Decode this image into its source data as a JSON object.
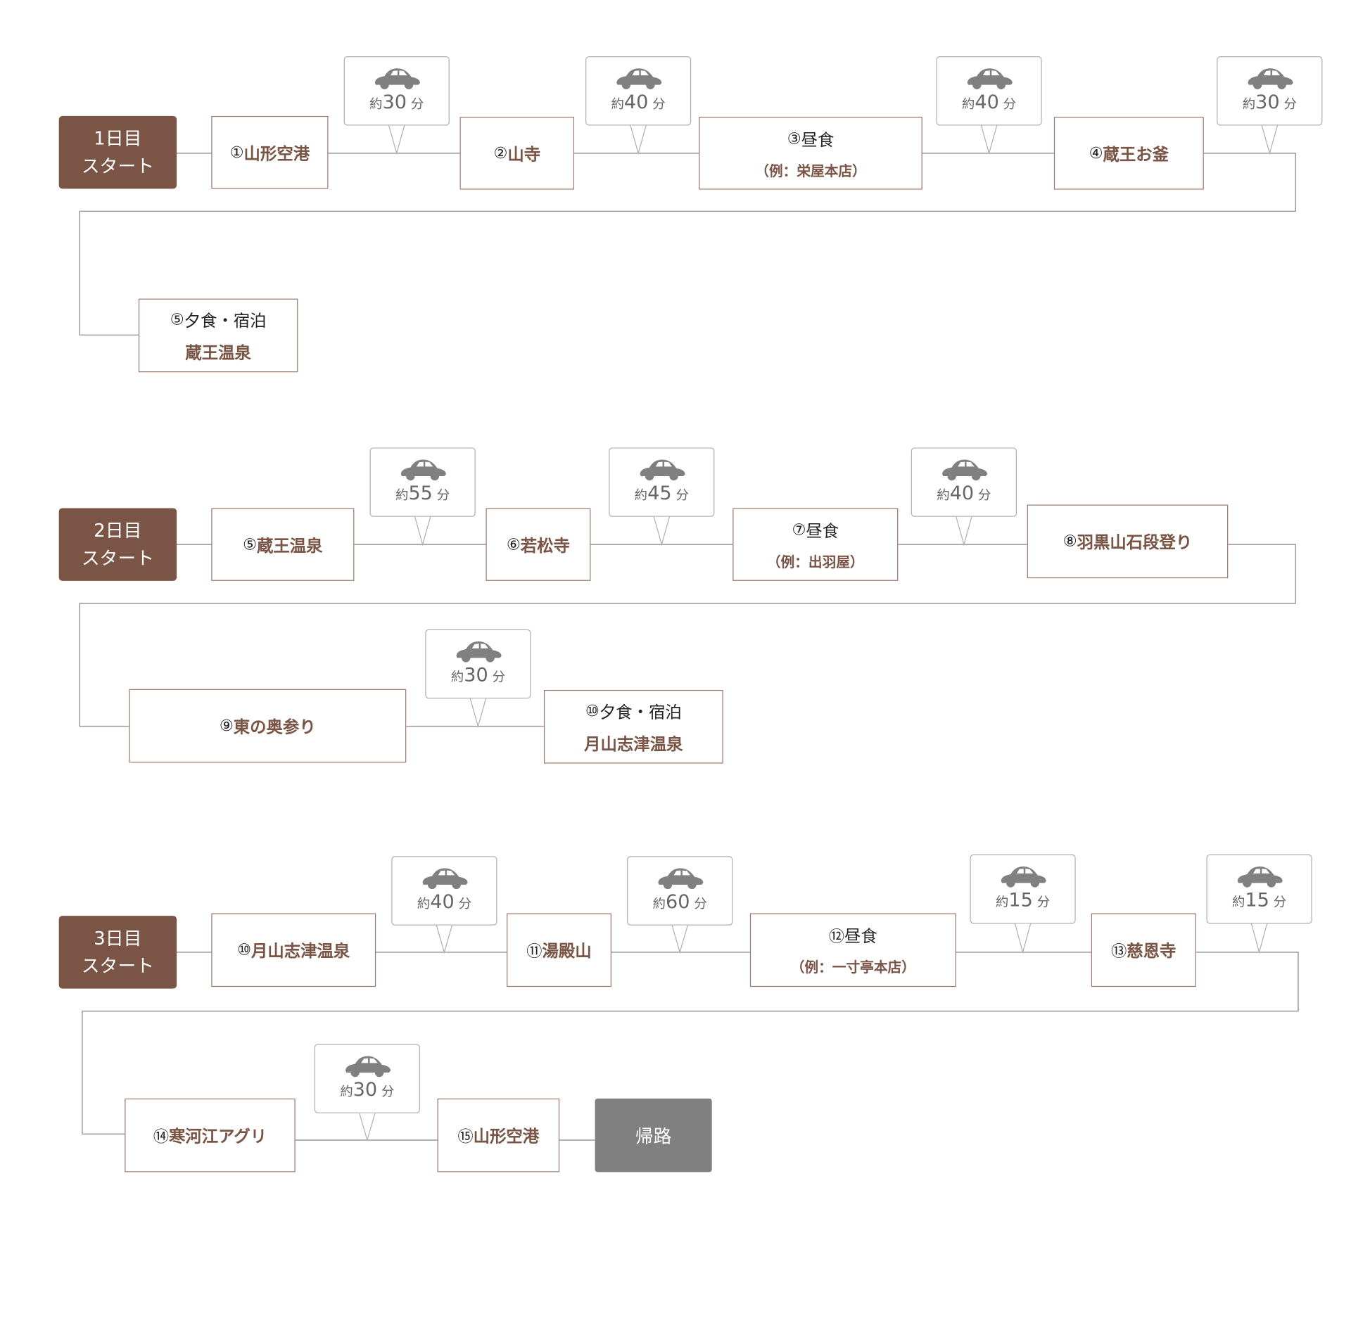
{
  "days": [
    {
      "start": [
        "1日目",
        "スタート"
      ],
      "items": [
        {
          "num": "①",
          "name": "山形空港"
        },
        {
          "num": "②",
          "name": "山寺"
        },
        {
          "num": "③",
          "label": "昼食",
          "sub": "（例：栄屋本店）"
        },
        {
          "num": "④",
          "name": "蔵王お釜"
        },
        {
          "num": "⑤",
          "label": "夕食・宿泊",
          "sub": "蔵王温泉"
        }
      ],
      "drives": [
        {
          "prefix": "約",
          "value": "30",
          "unit": "分"
        },
        {
          "prefix": "約",
          "value": "40",
          "unit": "分"
        },
        {
          "prefix": "約",
          "value": "40",
          "unit": "分"
        },
        {
          "prefix": "約",
          "value": "30",
          "unit": "分"
        }
      ]
    },
    {
      "start": [
        "2日目",
        "スタート"
      ],
      "items": [
        {
          "num": "⑤",
          "name": "蔵王温泉"
        },
        {
          "num": "⑥",
          "name": "若松寺"
        },
        {
          "num": "⑦",
          "label": "昼食",
          "sub": "（例：出羽屋）"
        },
        {
          "num": "⑧",
          "name": "羽黒山石段登り"
        },
        {
          "num": "⑨",
          "name": "東の奥参り"
        },
        {
          "num": "⑩",
          "label": "夕食・宿泊",
          "sub": "月山志津温泉"
        }
      ],
      "drives": [
        {
          "prefix": "約",
          "value": "55",
          "unit": "分"
        },
        {
          "prefix": "約",
          "value": "45",
          "unit": "分"
        },
        {
          "prefix": "約",
          "value": "40",
          "unit": "分"
        },
        {
          "prefix": "約",
          "value": "30",
          "unit": "分"
        }
      ]
    },
    {
      "start": [
        "3日目",
        "スタート"
      ],
      "items": [
        {
          "num": "⑩",
          "name": "月山志津温泉"
        },
        {
          "num": "⑪",
          "name": "湯殿山"
        },
        {
          "num": "⑫",
          "label": "昼食",
          "sub": "（例：一寸亭本店）"
        },
        {
          "num": "⑬",
          "name": "慈恩寺"
        },
        {
          "num": "⑭",
          "name": "寒河江アグリ"
        },
        {
          "num": "⑮",
          "name": "山形空港"
        }
      ],
      "drives": [
        {
          "prefix": "約",
          "value": "40",
          "unit": "分"
        },
        {
          "prefix": "約",
          "value": "60",
          "unit": "分"
        },
        {
          "prefix": "約",
          "value": "15",
          "unit": "分"
        },
        {
          "prefix": "約",
          "value": "15",
          "unit": "分"
        },
        {
          "prefix": "約",
          "value": "30",
          "unit": "分"
        }
      ],
      "end": "帰路"
    }
  ],
  "colors": {
    "brand": "#7a5546",
    "end": "#808080",
    "line": "#999999",
    "car": "#808080"
  },
  "icons": {
    "drive": "car-icon"
  }
}
